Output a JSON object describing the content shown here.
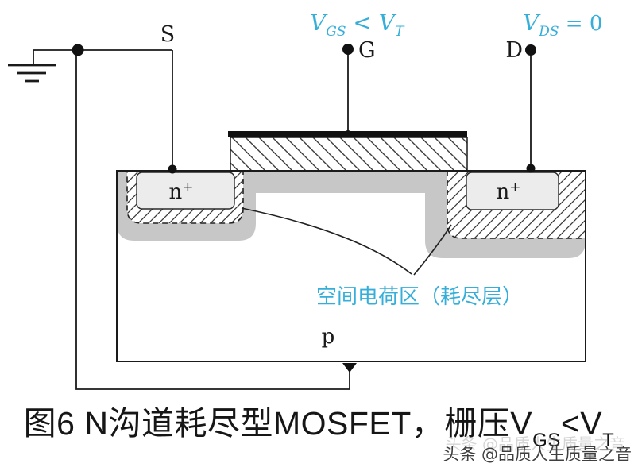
{
  "colors": {
    "accent_cyan": "#35aeda",
    "line_black": "#1a1a1a",
    "depletion_gray": "#c7c7c7",
    "n_region_fill": "#ececec",
    "caption_text": "#161616",
    "watermark_gray": "#3f3f3f"
  },
  "terminals": {
    "source": "S",
    "gate": "G",
    "drain": "D"
  },
  "annotations": {
    "gate_bias": {
      "v1": "V",
      "sub1": "GS",
      "rel": " < ",
      "v2": "V",
      "sub2": "T"
    },
    "drain_bias": {
      "v1": "V",
      "sub1": "DS",
      "rest": " = 0"
    },
    "depletion_label": "空间电荷区（耗尽层）",
    "substrate_label": "p",
    "n_plus": {
      "base": "n",
      "sup": "+"
    }
  },
  "caption": {
    "prefix": "图6 N沟道耗尽型MOSFET，栅压V",
    "sub1": "GS",
    "mid": "<V",
    "sub2": "T"
  },
  "watermark": {
    "text": "头条 @品质人生质量之音"
  }
}
